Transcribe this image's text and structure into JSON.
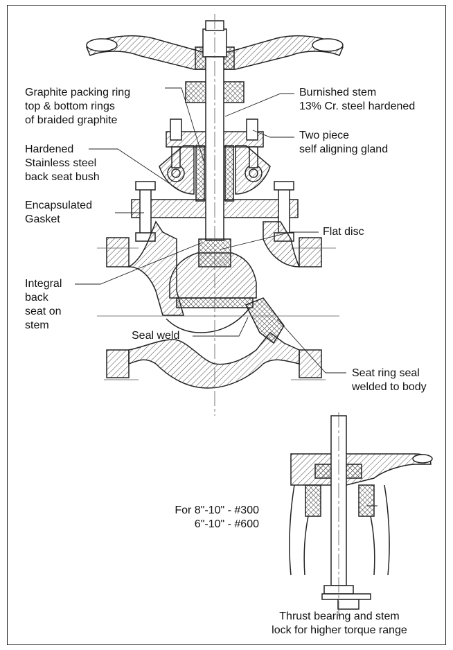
{
  "labels": {
    "graphite_packing": [
      "Graphite packing ring",
      "top & bottom rings",
      "of braided graphite"
    ],
    "burnished_stem": [
      "Burnished stem",
      "13% Cr. steel hardened"
    ],
    "two_piece_gland": [
      "Two piece",
      "self aligning gland"
    ],
    "back_seat_bush": [
      "Hardened",
      "Stainless steel",
      "back seat bush"
    ],
    "encapsulated_gasket": [
      "Encapsulated",
      "Gasket"
    ],
    "flat_disc": [
      "Flat disc"
    ],
    "integral_back_seat": [
      "Integral",
      "back",
      "seat on",
      "stem"
    ],
    "seal_weld": [
      "Seal weld"
    ],
    "seat_ring": [
      "Seat ring seal",
      "welded to body"
    ],
    "size_range": [
      "For 8\"-10\" - #300",
      "6\"-10\" - #600"
    ],
    "thrust_bearing": [
      "Thrust bearing and stem",
      "lock for higher torque range"
    ]
  },
  "colors": {
    "line": "#222222",
    "hatch": "#444444",
    "background": "#ffffff"
  }
}
